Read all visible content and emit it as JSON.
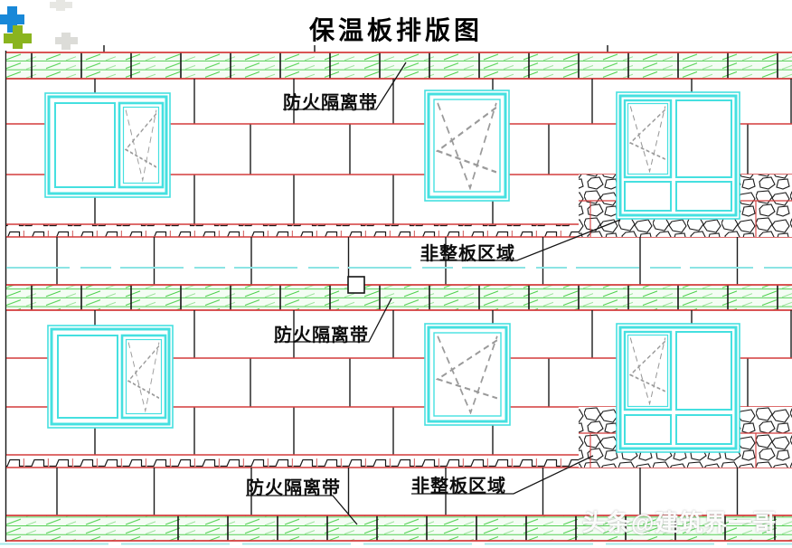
{
  "page": {
    "title": "保温板排版图",
    "watermark": "头条@建筑界一哥"
  },
  "annotations": {
    "fire_barrier_top": "防火隔离带",
    "fire_barrier_middle": "防火隔离带",
    "fire_barrier_bottom": "防火隔离带",
    "non_full_board_top": "非整板区域",
    "non_full_board_bottom": "非整板区域"
  },
  "logo": {
    "icon": "plus-cross-logo",
    "colors": {
      "blue": "#1888d8",
      "green": "#8ab41e",
      "gray": "#e3e3df"
    }
  },
  "colors": {
    "joint_red": "#d43c3c",
    "hatch_green": "#3bc83b",
    "window_cyan": "#45e0e0",
    "dashed_cyan": "#8ce4e4",
    "line_black": "#141414",
    "watermark_white": "#ffffff"
  }
}
